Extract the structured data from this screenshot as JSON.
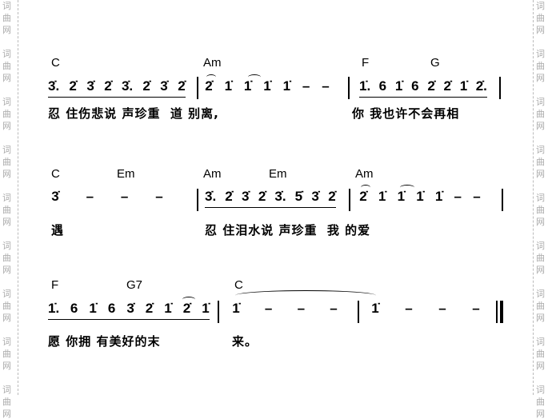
{
  "watermark": "词曲网",
  "rows": [
    {
      "chords": [
        "C",
        "Am",
        "F",
        "G"
      ],
      "measures": [
        [
          "3̇.",
          "2̇",
          "3̇",
          "2̇",
          "3̇.",
          "2̇",
          "3̇",
          "2̇"
        ],
        [
          "2̇",
          "1̇",
          "1̇",
          "1̇",
          "1̇",
          "–",
          "–"
        ],
        [
          "1̇.",
          "6",
          "1̇",
          "6",
          "2̇",
          "2̇",
          "1̇",
          "2̇."
        ]
      ],
      "lyrics": [
        "忍 住伤悲说 声珍重  道 别离,",
        "你 我也许不会再相"
      ]
    },
    {
      "chords": [
        "C",
        "Em",
        "Am",
        "Em",
        "Am"
      ],
      "measures": [
        [
          "3̇",
          "–",
          "–",
          "–"
        ],
        [
          "3̇.",
          "2̇",
          "3̇",
          "2̇",
          "3̇.",
          "5̇",
          "3̇",
          "2̇"
        ],
        [
          "2̇",
          "1̇",
          "1̇",
          "1̇",
          "1̇",
          "–",
          "–"
        ]
      ],
      "lyrics": [
        "遇",
        "忍 住泪水说 声珍重  我 的爱"
      ]
    },
    {
      "chords": [
        "F",
        "G7",
        "C"
      ],
      "measures": [
        [
          "1̇.",
          "6",
          "1̇",
          "6",
          "3̇",
          "2̇",
          "1̇",
          "2̇",
          "1̇"
        ],
        [
          "1̇",
          "–",
          "–",
          "–"
        ],
        [
          "1̇",
          "–",
          "–",
          "–"
        ]
      ],
      "lyrics": [
        "愿 你拥 有美好的末",
        "来。"
      ]
    }
  ]
}
